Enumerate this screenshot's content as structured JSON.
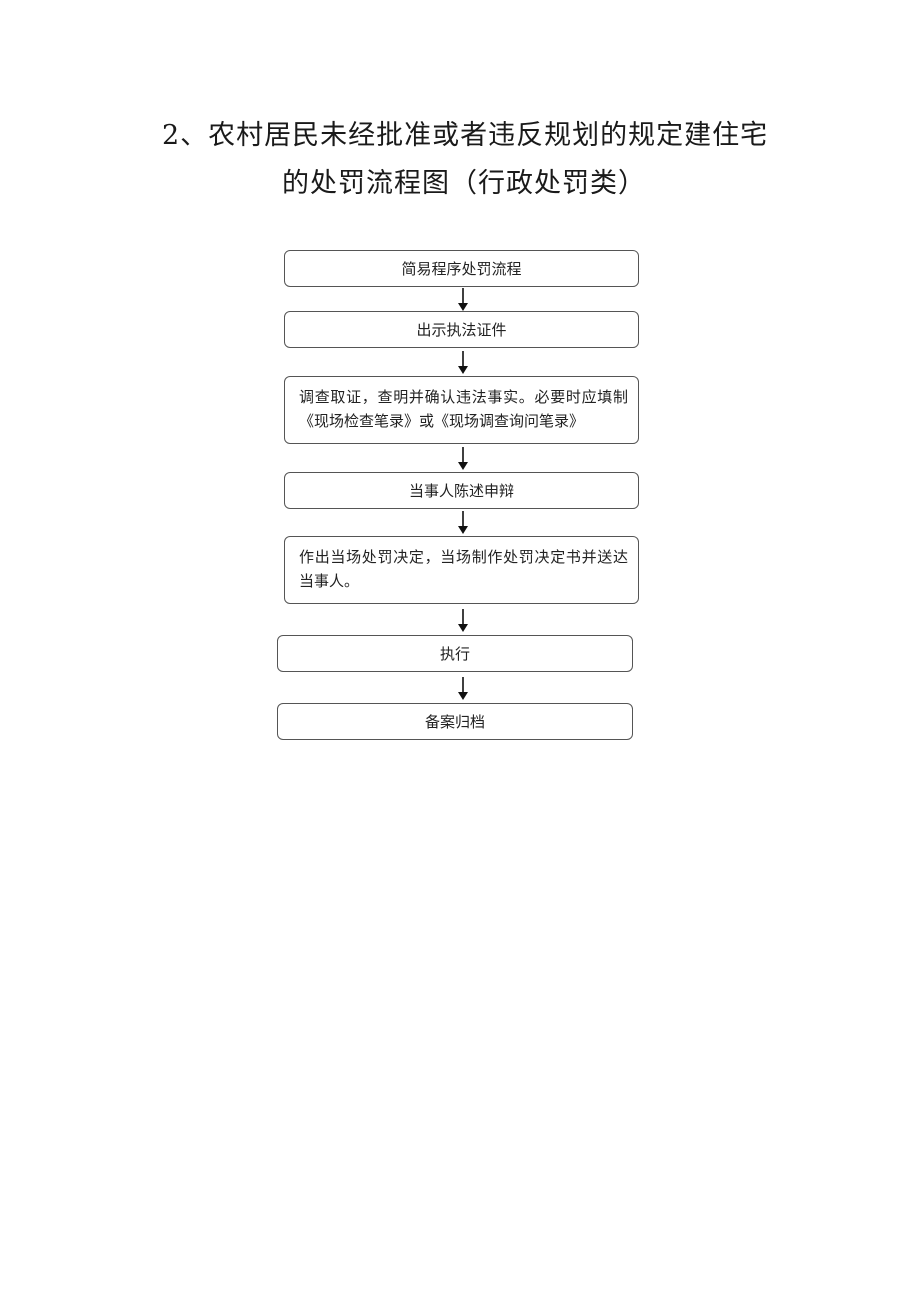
{
  "title": {
    "line1": "2、农村居民未经批准或者违反规划的规定建住宅",
    "line2": "的处罚流程图（行政处罚类）"
  },
  "flow": {
    "steps": [
      "简易程序处罚流程",
      "出示执法证件",
      "调查取证，查明并确认违法事实。必要时应填制《现场检查笔录》或《现场调查询问笔录》",
      "当事人陈述申辩",
      "作出当场处罚决定，当场制作处罚决定书并送达当事人。",
      "执行",
      "备案归档"
    ]
  }
}
